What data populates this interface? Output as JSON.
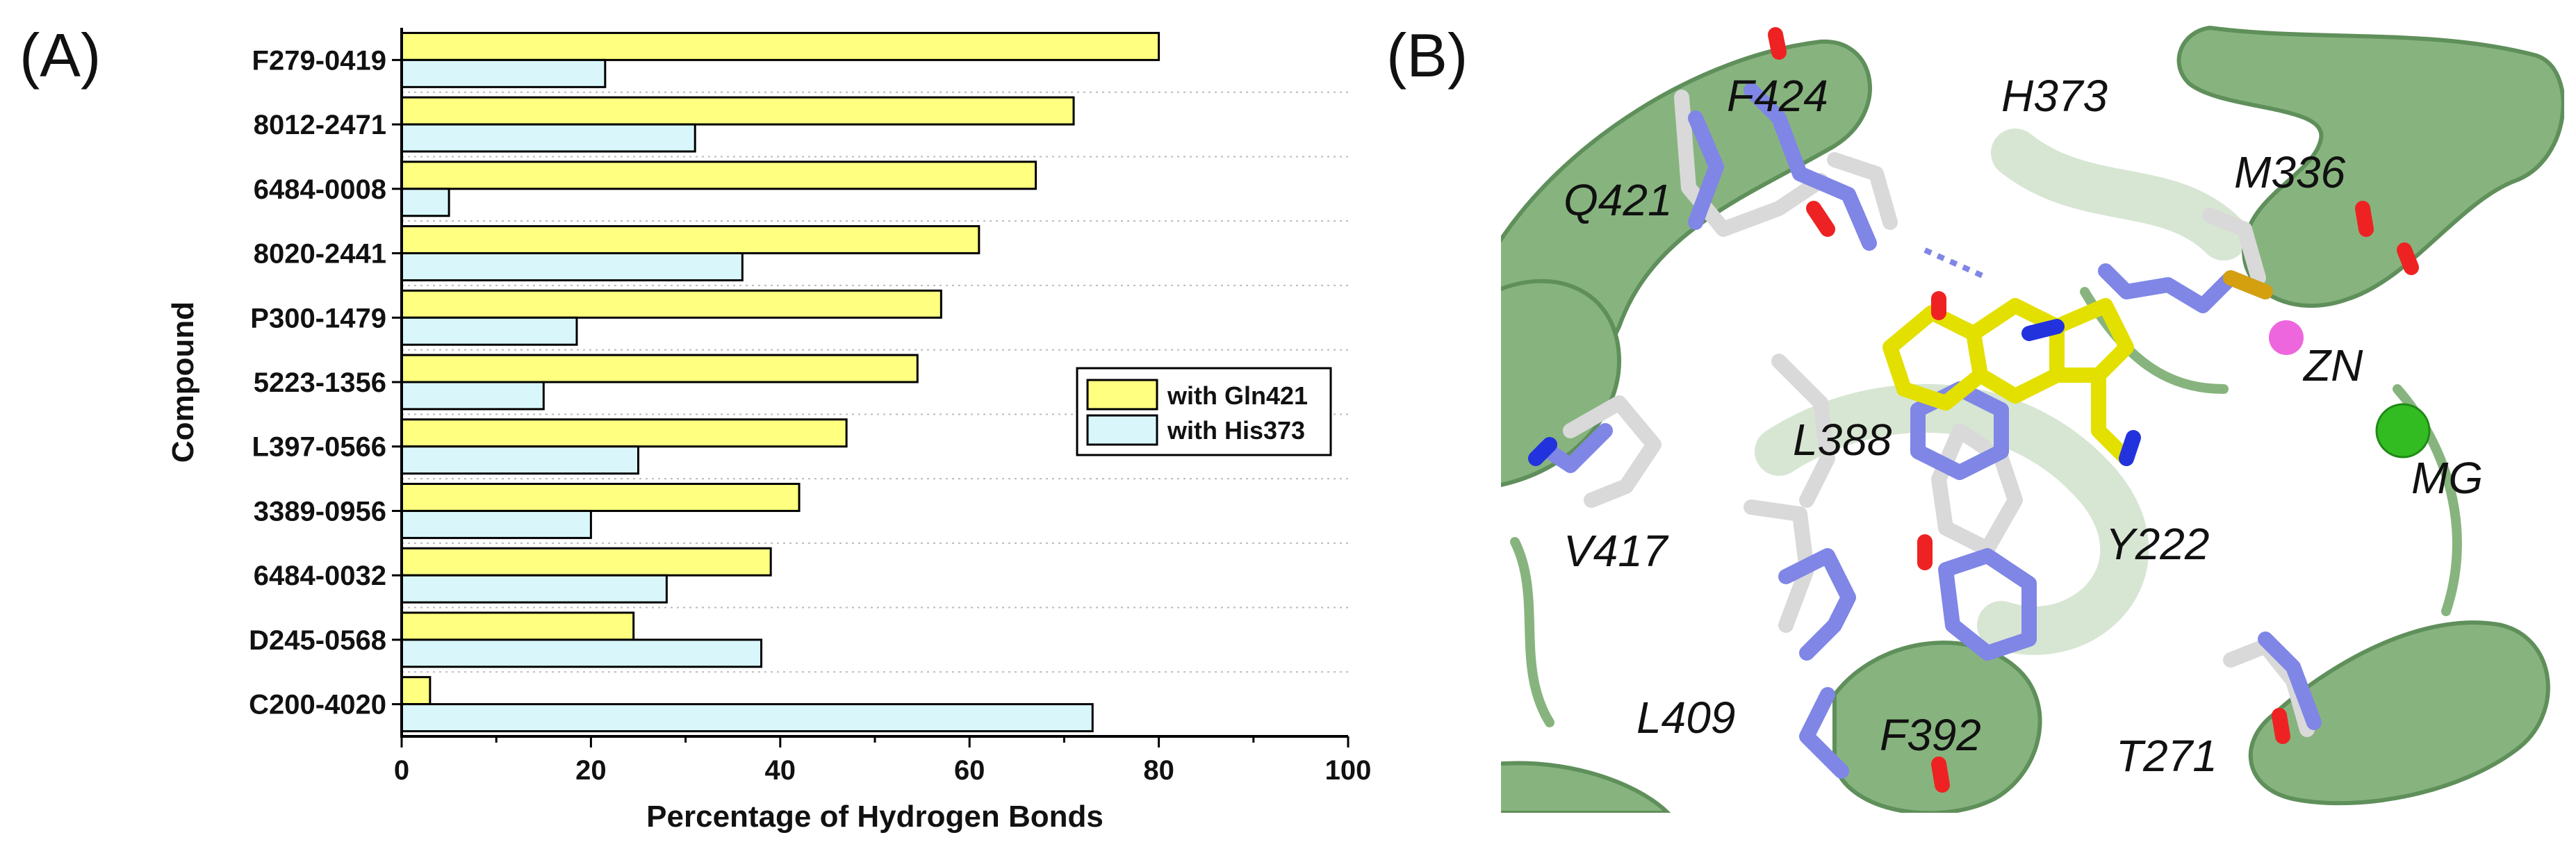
{
  "panel_a_label": "(A)",
  "panel_b_label": "(B)",
  "colors": {
    "gln421": "#ffff80",
    "his373": "#d9f7fb",
    "bar_stroke": "#000000",
    "cartoon": "#87b47e",
    "cartoon_dark": "#5f8f5a",
    "blue_stick": "#7f86e6",
    "white_stick": "#d9d9d9",
    "yellow_ligand": "#e3e000",
    "zn": "#ee66dd",
    "mg": "#33bb22"
  },
  "chart_data": {
    "type": "bar",
    "orientation": "horizontal",
    "categories": [
      "F279-0419",
      "8012-2471",
      "6484-0008",
      "8020-2441",
      "P300-1479",
      "5223-1356",
      "L397-0566",
      "3389-0956",
      "6484-0032",
      "D245-0568",
      "C200-4020"
    ],
    "series": [
      {
        "name": "with Gln421",
        "values": [
          80,
          71,
          67,
          61,
          57,
          54.5,
          47,
          42,
          39,
          24.5,
          3
        ]
      },
      {
        "name": "with His373",
        "values": [
          21.5,
          31,
          5,
          36,
          18.5,
          15,
          25,
          20,
          28,
          38,
          73
        ]
      }
    ],
    "xlabel": "Percentage of Hydrogen Bonds",
    "ylabel": "Compound",
    "xlim": [
      0,
      100
    ],
    "xticks": [
      0,
      20,
      40,
      60,
      80,
      100
    ],
    "grid": "horizontal dotted",
    "legend": "right"
  },
  "structure_labels": [
    "F424",
    "H373",
    "Q421",
    "M336",
    "ZN",
    "L388",
    "MG",
    "V417",
    "Y222",
    "L409",
    "F392",
    "T271"
  ]
}
